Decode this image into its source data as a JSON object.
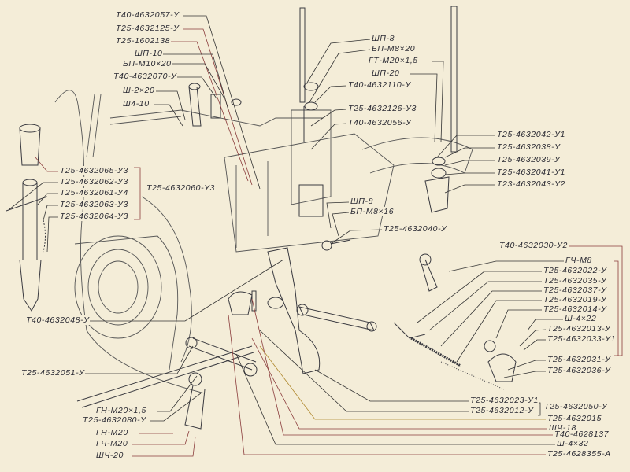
{
  "colors": {
    "paper": "#f4edd8",
    "ink": "#2a2a33",
    "leader_red": "#b03a3a",
    "leader_dark": "#333"
  },
  "labels": {
    "top_left": [
      "T40-4632057-У",
      "T25-4632125-У",
      "T25-1602138",
      "ШП-10",
      "БП-М10×20",
      "T40-4632070-У",
      "Ш-2×20",
      "Ш4-10"
    ],
    "top_center": [
      "ШП-8",
      "БП-М8×20",
      "ГТ-М20×1,5",
      "ШП-20",
      "T40-4632110-У",
      "T25-4632126-У3",
      "T40-4632056-У"
    ],
    "top_right": [
      "T25-4632042-У1",
      "T25-4632038-У",
      "T25-4632039-У",
      "T25-4632041-У1",
      "T23-4632043-У2"
    ],
    "left_group": [
      "T25-4632065-У3",
      "T25-4632062-У3",
      "T25-4632061-У4",
      "T25-4632063-У3",
      "T25-4632064-У3"
    ],
    "left_group_assembly": "T25-4632060-У3",
    "center": [
      "ШП-8",
      "БП-М8×16",
      "T25-4632040-У"
    ],
    "right_group_assembly": "T40-4632030-У2",
    "right_group": [
      "ГЧ-М8",
      "T25-4632022-У",
      "T25-4632035-У",
      "T25-4632037-У",
      "T25-4632019-У",
      "T25-4632014-У",
      "Ш-4×22",
      "T25-4632013-У",
      "T25-4632033-У1",
      "T25-4632031-У",
      "T25-4632036-У"
    ],
    "left_lower": [
      "T40-4632048-У",
      "T25-4632051-У",
      "ГН-М20×1,5",
      "T25-4632080-У",
      "ГН-М20",
      "ГЧ-М20",
      "ШЧ-20"
    ],
    "bottom_pair": [
      "T25-4632023-У1",
      "T25-4632012-У"
    ],
    "bottom_pair_assembly": "T25-4632050-У",
    "bottom_right": [
      "T25-4632015",
      "ШЧ-18",
      "T40-4628137",
      "Ш-4×32",
      "T25-4628355-А"
    ]
  }
}
